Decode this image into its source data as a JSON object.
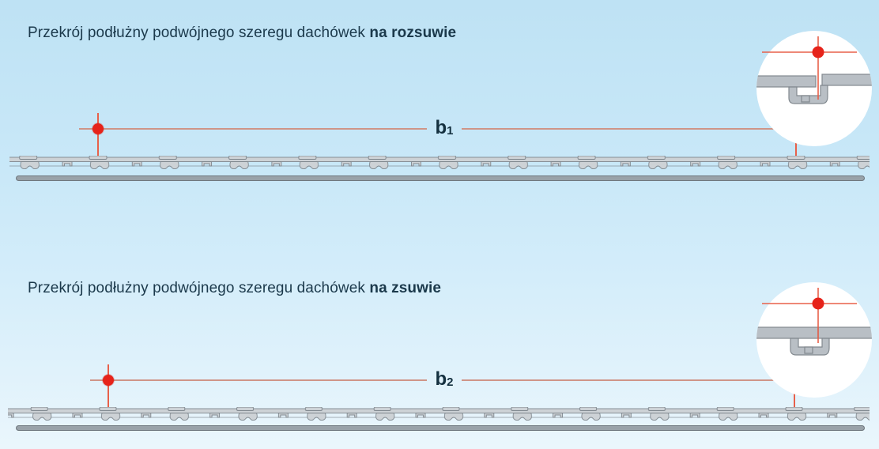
{
  "diagram": {
    "sections": [
      {
        "id": "rozsuwie",
        "title_regular": "Przekrój podłużny podwójnego szeregu dachówek",
        "title_bold": "na rozsuwie",
        "dim_label": "b",
        "dim_subscript": "1"
      },
      {
        "id": "zsuwie",
        "title_regular": "Przekrój podłużny podwójnego szeregu dachówek",
        "title_bold": "na zsuwie",
        "dim_label": "b",
        "dim_subscript": "2"
      }
    ],
    "colors": {
      "background_top": "#bee2f4",
      "background_bottom": "#eaf6fc",
      "title_text": "#1b394b",
      "dimension_label_text": "#14303f",
      "marker_red": "#e6231a",
      "dimension_line": "#cf9588",
      "crosshair_line": "#e8604a",
      "tile_fill": "#cdd2d6",
      "tile_stroke": "#7e868d",
      "batten_fill": "#99a2a9",
      "inset_background": "#ffffff",
      "inset_tile_fill": "#b9bfc5"
    }
  }
}
